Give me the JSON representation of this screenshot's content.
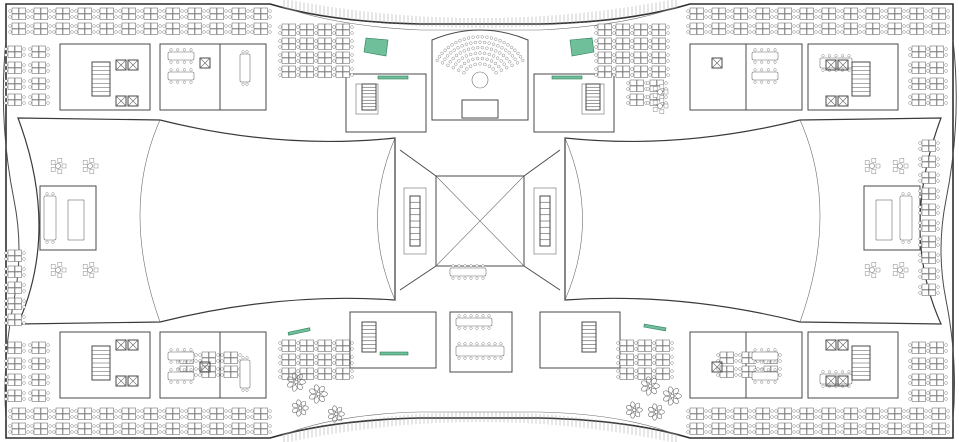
{
  "drawing": {
    "kind": "floor-plan",
    "accent_color": "#6fbf9a",
    "line_color": "#4a4a4a",
    "background_color": "#ffffff",
    "elements": {
      "auditorium": "auditorium-seating",
      "north_atrium": "north-atrium-void",
      "south_atrium": "south-atrium-void",
      "west_zone": "west-office-zone",
      "east_zone": "east-office-zone"
    }
  }
}
